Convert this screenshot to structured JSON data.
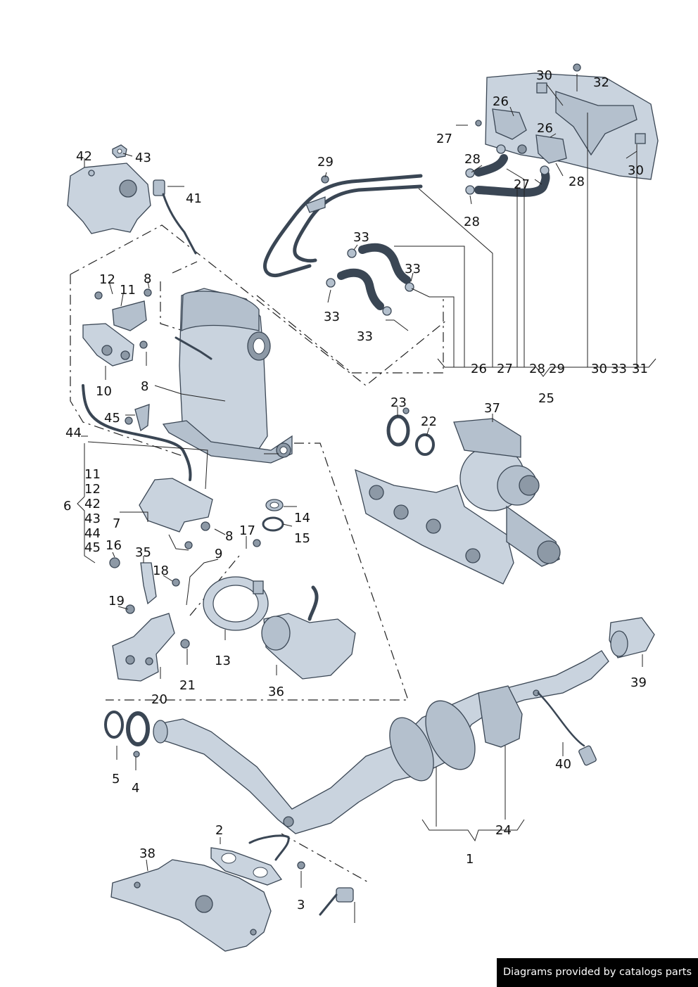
{
  "labels": {
    "l1": "1",
    "l2": "2",
    "l3": "3",
    "l4": "4",
    "l5": "5",
    "l6": "6",
    "l7": "7",
    "l8a": "8",
    "l8b": "8",
    "l8c": "8",
    "l9": "9",
    "l10": "10",
    "l11": "11",
    "l12": "12",
    "l13": "13",
    "l14": "14",
    "l15": "15",
    "l16": "16",
    "l17": "17",
    "l18": "18",
    "l19": "19",
    "l20": "20",
    "l21": "21",
    "l22": "22",
    "l23": "23",
    "l24": "24",
    "l25": "25",
    "l26a": "26",
    "l26b": "26",
    "l26c": "26",
    "l27a": "27",
    "l27b": "27",
    "l27c": "27",
    "l28a": "28",
    "l28b": "28",
    "l28c": "28",
    "l28d": "28",
    "l29a": "29",
    "l29b": "29",
    "l30a": "30",
    "l30b": "30",
    "l30c": "30",
    "l31": "31",
    "l32": "32",
    "l33a": "33",
    "l33b": "33",
    "l33c": "33",
    "l33d": "33",
    "l33e": "33",
    "l35": "35",
    "l36": "36",
    "l37": "37",
    "l38": "38",
    "l39": "39",
    "l40": "40",
    "l41": "41",
    "l42": "42",
    "l43": "43",
    "l44": "44",
    "l45": "45",
    "g6_11": "11",
    "g6_12": "12",
    "g6_42": "42",
    "g6_43": "43",
    "g6_44": "44",
    "g6_45": "45"
  },
  "footer": {
    "text": "Diagrams provided by catalogs parts"
  }
}
